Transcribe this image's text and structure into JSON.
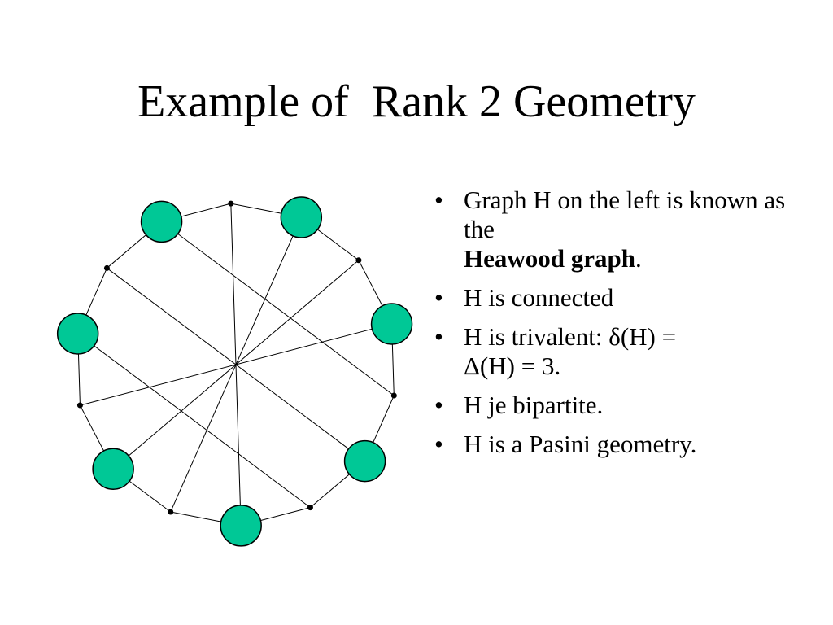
{
  "slide": {
    "title": "Example of  Rank 2 Geometry"
  },
  "bullets": {
    "marker": "•",
    "b1_text": "Graph H on the left is known as the",
    "b1_bold": "Heawood graph",
    "b1_end": ".",
    "b2": "H is connected",
    "b3_line1": "H is trivalent: δ(H) =",
    "b3_line2": "Δ(H) = 3.",
    "b4": "H je bipartite.",
    "b5": "H is a Pasini geometry."
  },
  "graph": {
    "name": "Heawood graph",
    "point_color": "#00c896",
    "line_color": "#000000",
    "vertex_count": 14,
    "edges": [
      [
        0,
        1
      ],
      [
        1,
        2
      ],
      [
        2,
        3
      ],
      [
        3,
        4
      ],
      [
        4,
        5
      ],
      [
        5,
        6
      ],
      [
        6,
        7
      ],
      [
        7,
        8
      ],
      [
        8,
        9
      ],
      [
        9,
        10
      ],
      [
        10,
        11
      ],
      [
        11,
        12
      ],
      [
        12,
        13
      ],
      [
        13,
        0
      ],
      [
        0,
        5
      ],
      [
        2,
        9
      ],
      [
        4,
        11
      ],
      [
        6,
        13
      ],
      [
        8,
        1
      ],
      [
        10,
        3
      ],
      [
        12,
        7
      ]
    ]
  }
}
